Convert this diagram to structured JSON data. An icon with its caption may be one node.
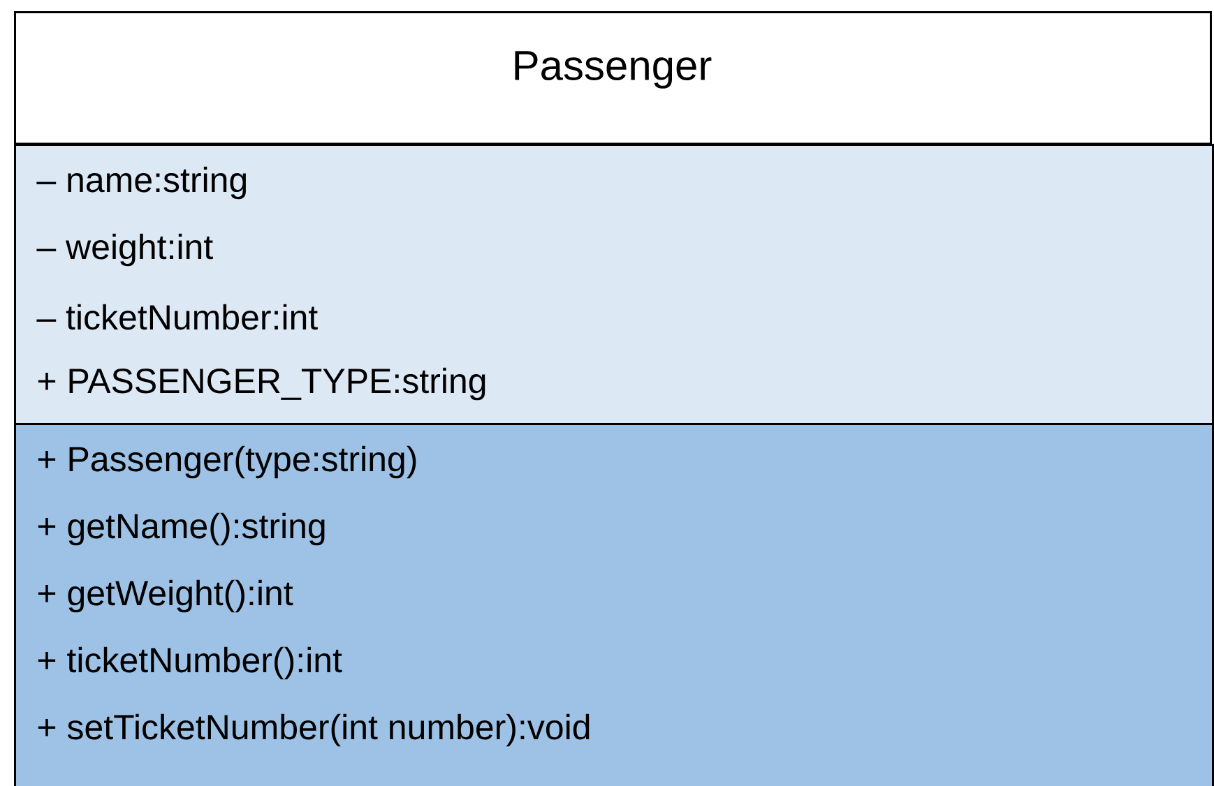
{
  "diagram": {
    "nodes": [
      {
        "text": [
          "Passenger"
        ]
      },
      {
        "text": [
          "– name:string",
          "– weight:int",
          "– ticketNumber:int",
          "+ PASSENGER_TYPE:string"
        ],
        "in": 0
      },
      {
        "text": [
          "+ Passenger(type:string)",
          "+ getName():string",
          "+ getWeight():int",
          "+ ticketNumber():int",
          "+ setTicketNumber(int number):void"
        ],
        "in": 0
      }
    ]
  }
}
